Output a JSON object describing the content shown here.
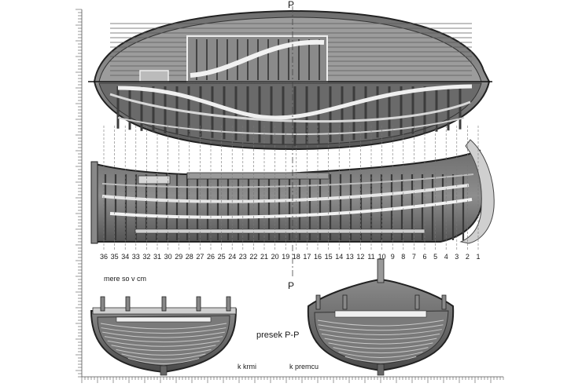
{
  "section_marker": "P",
  "frame_numbers": [
    "36",
    "35",
    "34",
    "33",
    "32",
    "31",
    "30",
    "29",
    "28",
    "27",
    "26",
    "25",
    "24",
    "23",
    "22",
    "21",
    "20",
    "19",
    "18",
    "17",
    "16",
    "15",
    "14",
    "13",
    "12",
    "11",
    "10",
    "9",
    "8",
    "7",
    "6",
    "5",
    "4",
    "3",
    "2",
    "1"
  ],
  "labels": {
    "scale_note": "mere so v cm",
    "section_title": "presek P-P",
    "to_stern": "k krmi",
    "to_bow": "k premcu"
  },
  "colors": {
    "hull_dark": "#3a3a3a",
    "hull_mid": "#7a7a7a",
    "plank": "#9a9a9a",
    "light": "#e8e8e8"
  }
}
